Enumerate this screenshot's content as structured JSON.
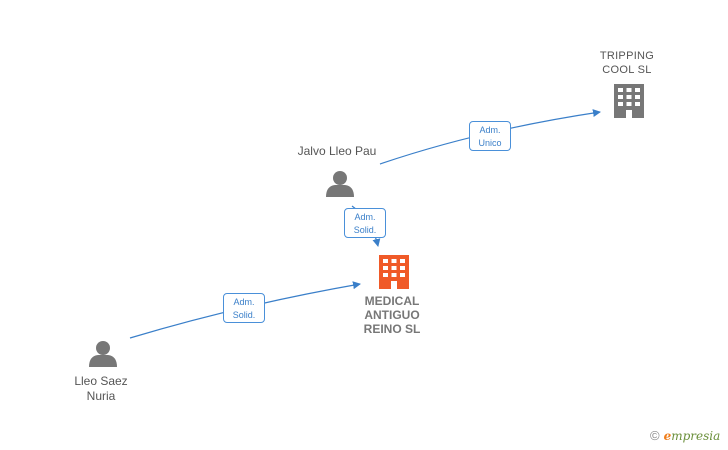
{
  "nodes": {
    "tripping": {
      "name": "TRIPPING\nCOOL  SL",
      "color": "#777777"
    },
    "jalvo": {
      "name": "Jalvo Lleo Pau",
      "color": "#777777"
    },
    "medical": {
      "name": "MEDICAL\nANTIGUO\nREINO  SL",
      "color": "#f05a28"
    },
    "lleo": {
      "name": "Lleo Saez\nNuria",
      "color": "#777777"
    }
  },
  "relations": [
    {
      "label": "Adm.\nUnico"
    },
    {
      "label": "Adm.\nSolid."
    },
    {
      "label": "Adm.\nSolid."
    }
  ],
  "edge_color": "#3a7fc9",
  "brand": {
    "copyright": "©",
    "initial": "e",
    "rest": "mpresia"
  }
}
